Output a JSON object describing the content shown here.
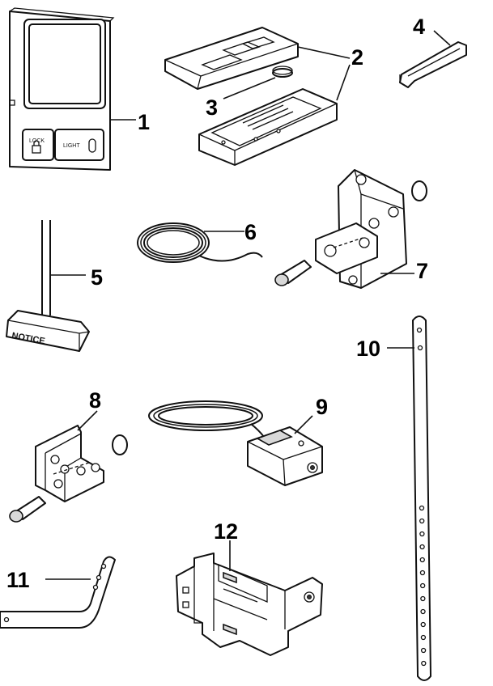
{
  "labels": {
    "p1": "1",
    "p2": "2",
    "p3": "3",
    "p4": "4",
    "p5": "5",
    "p6": "6",
    "p7": "7",
    "p8": "8",
    "p9": "9",
    "p10": "10",
    "p11": "11",
    "p12": "12"
  },
  "panel_text": {
    "lock": "LOCK",
    "light": "LIGHT"
  },
  "sign_text": "NOTICE"
}
